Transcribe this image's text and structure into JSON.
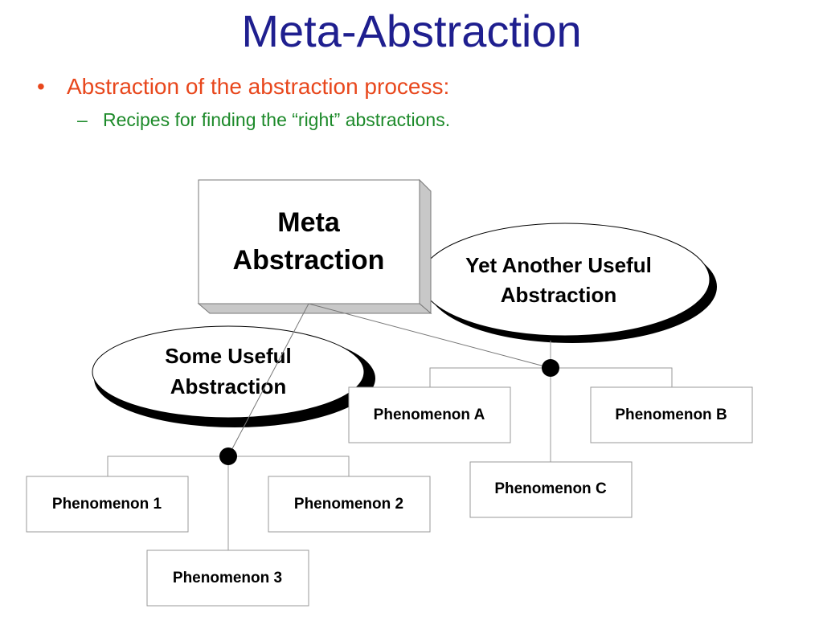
{
  "slide": {
    "title": "Meta-Abstraction",
    "bullets": [
      {
        "marker": "•",
        "text": "Abstraction of the abstraction process:"
      },
      {
        "marker": "–",
        "text": "Recipes for finding the “right” abstractions."
      }
    ]
  },
  "diagram": {
    "meta_box": {
      "line1": "Meta",
      "line2": "Abstraction"
    },
    "ellipse_a": {
      "line1": "Yet Another Useful",
      "line2": "Abstraction"
    },
    "ellipse_b": {
      "line1": "Some Useful",
      "line2": "Abstraction"
    },
    "phenomena_letters": [
      "Phenomenon A",
      "Phenomenon B",
      "Phenomenon C"
    ],
    "phenomena_numbers": [
      "Phenomenon 1",
      "Phenomenon 2",
      "Phenomenon 3"
    ]
  },
  "colors": {
    "title": "#1f1f8f",
    "bullet_level1": "#e8471c",
    "bullet_level2": "#1d8a2a"
  }
}
